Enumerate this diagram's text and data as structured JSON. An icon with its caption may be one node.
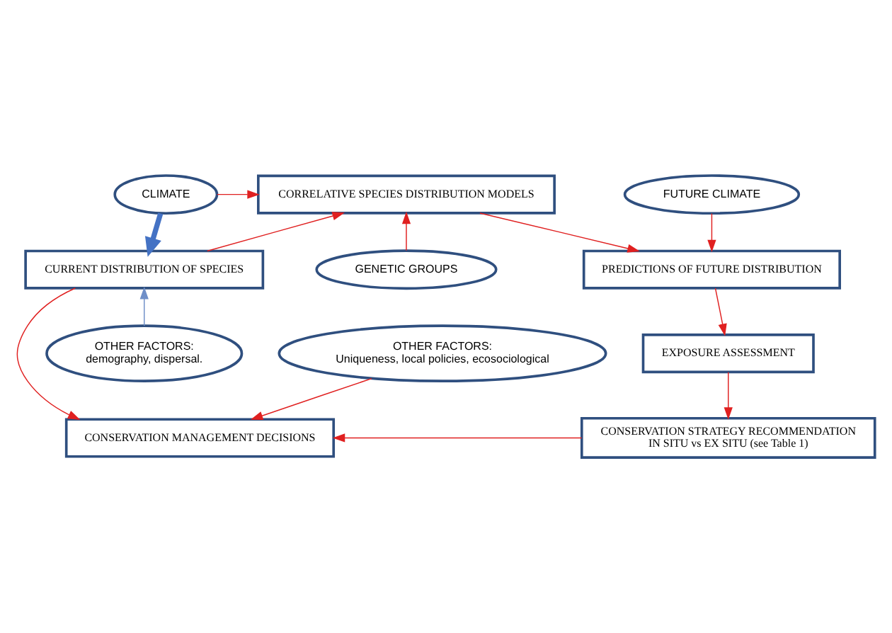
{
  "diagram": {
    "nodes": [
      {
        "text": [
          "CLIMATE"
        ]
      },
      {
        "text": [
          "CORRELATIVE SPECIES DISTRIBUTION MODELS"
        ]
      },
      {
        "text": [
          "FUTURE CLIMATE"
        ]
      },
      {
        "text": [
          "CURRENT DISTRIBUTION OF SPECIES"
        ]
      },
      {
        "text": [
          "GENETIC GROUPS"
        ]
      },
      {
        "text": [
          "PREDICTIONS OF FUTURE DISTRIBUTION"
        ]
      },
      {
        "text": [
          "EXPOSURE ASSESSMENT"
        ]
      },
      {
        "text": [
          "OTHER FACTORS:",
          "demography, dispersal."
        ]
      },
      {
        "text": [
          "OTHER FACTORS:",
          "Uniqueness, local policies, ecosociological"
        ]
      },
      {
        "text": [
          "CONSERVATION MANAGEMENT DECISIONS"
        ]
      },
      {
        "text": [
          "CONSERVATION STRATEGY RECOMMENDATION",
          "IN SITU vs EX SITU (see Table 1)"
        ]
      }
    ],
    "edges": [
      {
        "from": 0,
        "to": 1,
        "arrow": "to"
      },
      {
        "from": 0,
        "to": 3,
        "arrow": "to",
        "style": "thick",
        "color": "#4472c4"
      },
      {
        "from": 2,
        "to": 5,
        "arrow": "to"
      },
      {
        "from": 3,
        "to": 1,
        "arrow": "to"
      },
      {
        "from": 4,
        "to": 1,
        "arrow": "to"
      },
      {
        "from": 1,
        "to": 5,
        "arrow": "to"
      },
      {
        "from": 5,
        "to": 6,
        "arrow": "to"
      },
      {
        "from": 6,
        "to": 10,
        "arrow": "to"
      },
      {
        "from": 10,
        "to": 9,
        "arrow": "to"
      },
      {
        "from": 7,
        "to": 3,
        "arrow": "to",
        "color": "#6f8fc8"
      },
      {
        "from": 3,
        "to": 9,
        "arrow": "to"
      },
      {
        "from": 8,
        "to": 9,
        "arrow": "to"
      }
    ]
  }
}
